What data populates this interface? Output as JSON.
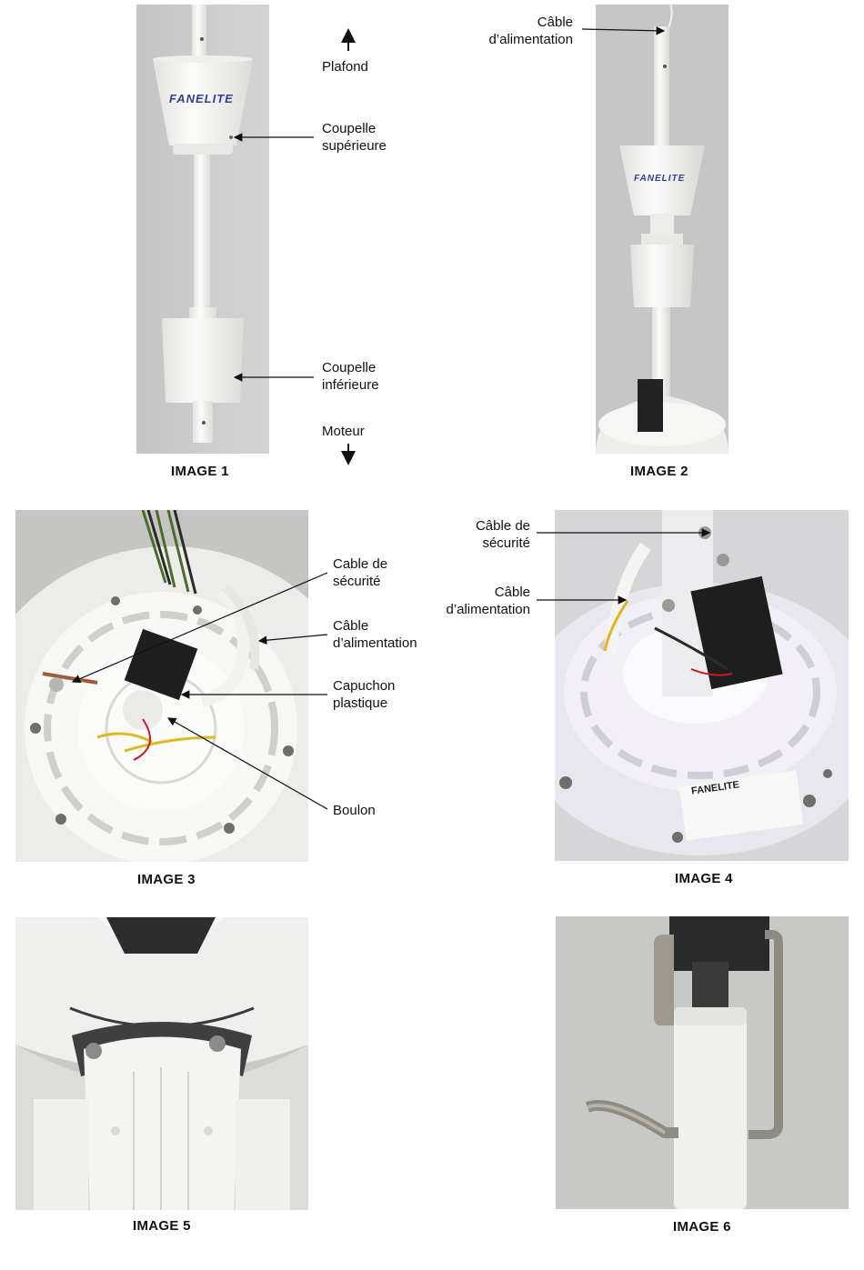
{
  "image1": {
    "caption": "IMAGE 1",
    "brand": "FANELITE",
    "labels": {
      "plafond": "Plafond",
      "coupelle_sup_1": "Coupelle",
      "coupelle_sup_2": "supérieure",
      "coupelle_inf_1": "Coupelle",
      "coupelle_inf_2": "inférieure",
      "moteur": "Moteur"
    }
  },
  "image2": {
    "caption": "IMAGE 2",
    "brand": "FANELITE",
    "labels": {
      "cable_1": "Câble",
      "cable_2": "d’alimentation"
    }
  },
  "image3": {
    "caption": "IMAGE 3",
    "labels": {
      "securite_1": "Cable de",
      "securite_2": "sécurité",
      "alim_1": "Câble",
      "alim_2": "d’alimentation",
      "capuchon_1": "Capuchon",
      "capuchon_2": "plastique",
      "boulon": "Boulon"
    }
  },
  "image4": {
    "caption": "IMAGE 4",
    "brand": "FANELITE",
    "labels": {
      "securite_1": "Câble de",
      "securite_2": "sécurité",
      "alim_1": "Câble",
      "alim_2": "d’alimentation"
    }
  },
  "image5": {
    "caption": "IMAGE 5"
  },
  "image6": {
    "caption": "IMAGE 6"
  },
  "colors": {
    "photo_bg": "#c9c9c9",
    "white_part": "#f4f4f2",
    "brand_blue": "#2f3f9a",
    "capacitor": "#1e1e1e"
  }
}
